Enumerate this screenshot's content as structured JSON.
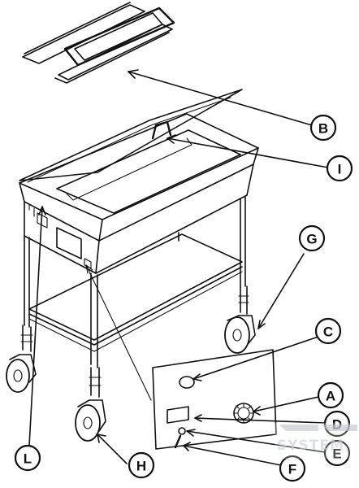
{
  "callouts": [
    {
      "id": "B",
      "label": "B"
    },
    {
      "id": "I",
      "label": "I"
    },
    {
      "id": "G",
      "label": "G"
    },
    {
      "id": "C",
      "label": "C"
    },
    {
      "id": "A",
      "label": "A"
    },
    {
      "id": "D",
      "label": "D"
    },
    {
      "id": "E",
      "label": "E"
    },
    {
      "id": "F",
      "label": "F"
    },
    {
      "id": "H",
      "label": "H"
    },
    {
      "id": "L",
      "label": "L"
    }
  ],
  "watermark": {
    "text": "SYSTEM"
  },
  "colors": {
    "ink": "#111111",
    "background": "#ffffff",
    "watermark": "#c9cdd4"
  }
}
